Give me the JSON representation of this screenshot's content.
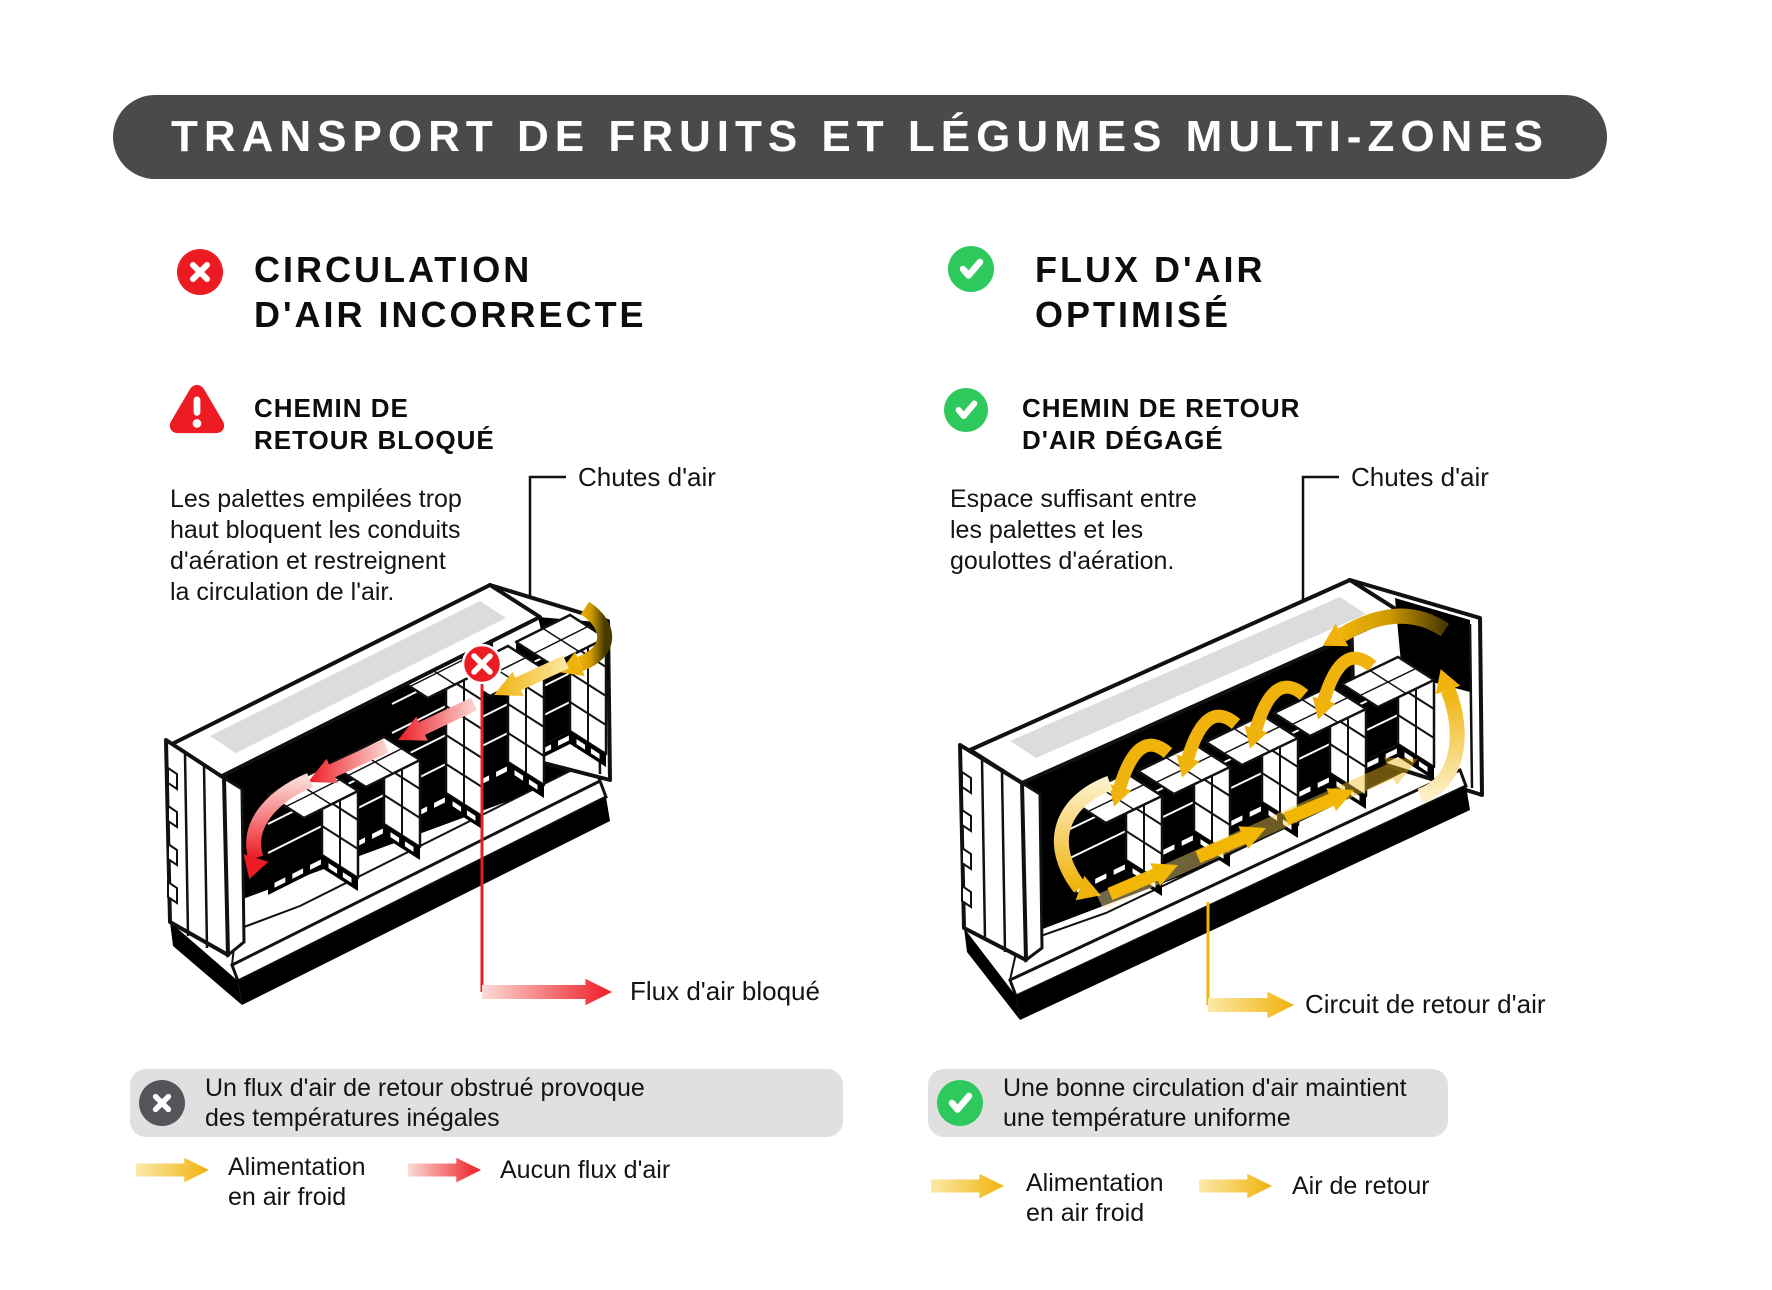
{
  "title": "TRANSPORT DE FRUITS ET LÉGUMES MULTI-ZONES",
  "colors": {
    "banner": "#4a4a49",
    "red": "#ED1C24",
    "gold": "#EFB30B",
    "green": "#2EC95C",
    "note_gray": "#E0E0E1",
    "note_icon_gray": "#54555A",
    "vent_gray": "#DCDCDC"
  },
  "left": {
    "heading": "CIRCULATION\nD'AIR INCORRECTE",
    "heading_icon": "red-cross-circle",
    "subheading": "CHEMIN DE\nRETOUR BLOQUÉ",
    "subheading_icon": "warning-triangle",
    "description": "Les palettes empilées trop\nhaut bloquent les conduits\nd'aération et restreignent\nla circulation de l'air.",
    "duct_label": "Chutes d'air",
    "blocked_label": "Flux d'air bloqué",
    "note": "Un flux d'air de retour obstrué provoque\ndes températures inégales",
    "note_icon": "gray-cross-circle",
    "legend": [
      {
        "label": "Alimentation\nen air froid",
        "color": "#EFB30B"
      },
      {
        "label": "Aucun flux d'air",
        "color": "#ED1C24"
      }
    ]
  },
  "right": {
    "heading": "FLUX D'AIR\nOPTIMISÉ",
    "heading_icon": "green-check-circle",
    "subheading": "CHEMIN DE RETOUR\nD'AIR DÉGAGÉ",
    "subheading_icon": "green-check-circle",
    "description": "Espace suffisant entre\nles palettes et les\ngoulottes d'aération.",
    "duct_label": "Chutes d'air",
    "return_label": "Circuit de retour d'air",
    "note": "Une bonne circulation d'air maintient\nune température uniforme",
    "note_icon": "green-check-circle",
    "legend": [
      {
        "label": "Alimentation\nen air froid",
        "color": "#EFB30B"
      },
      {
        "label": "Air de retour",
        "color": "#EFB30B"
      }
    ]
  }
}
